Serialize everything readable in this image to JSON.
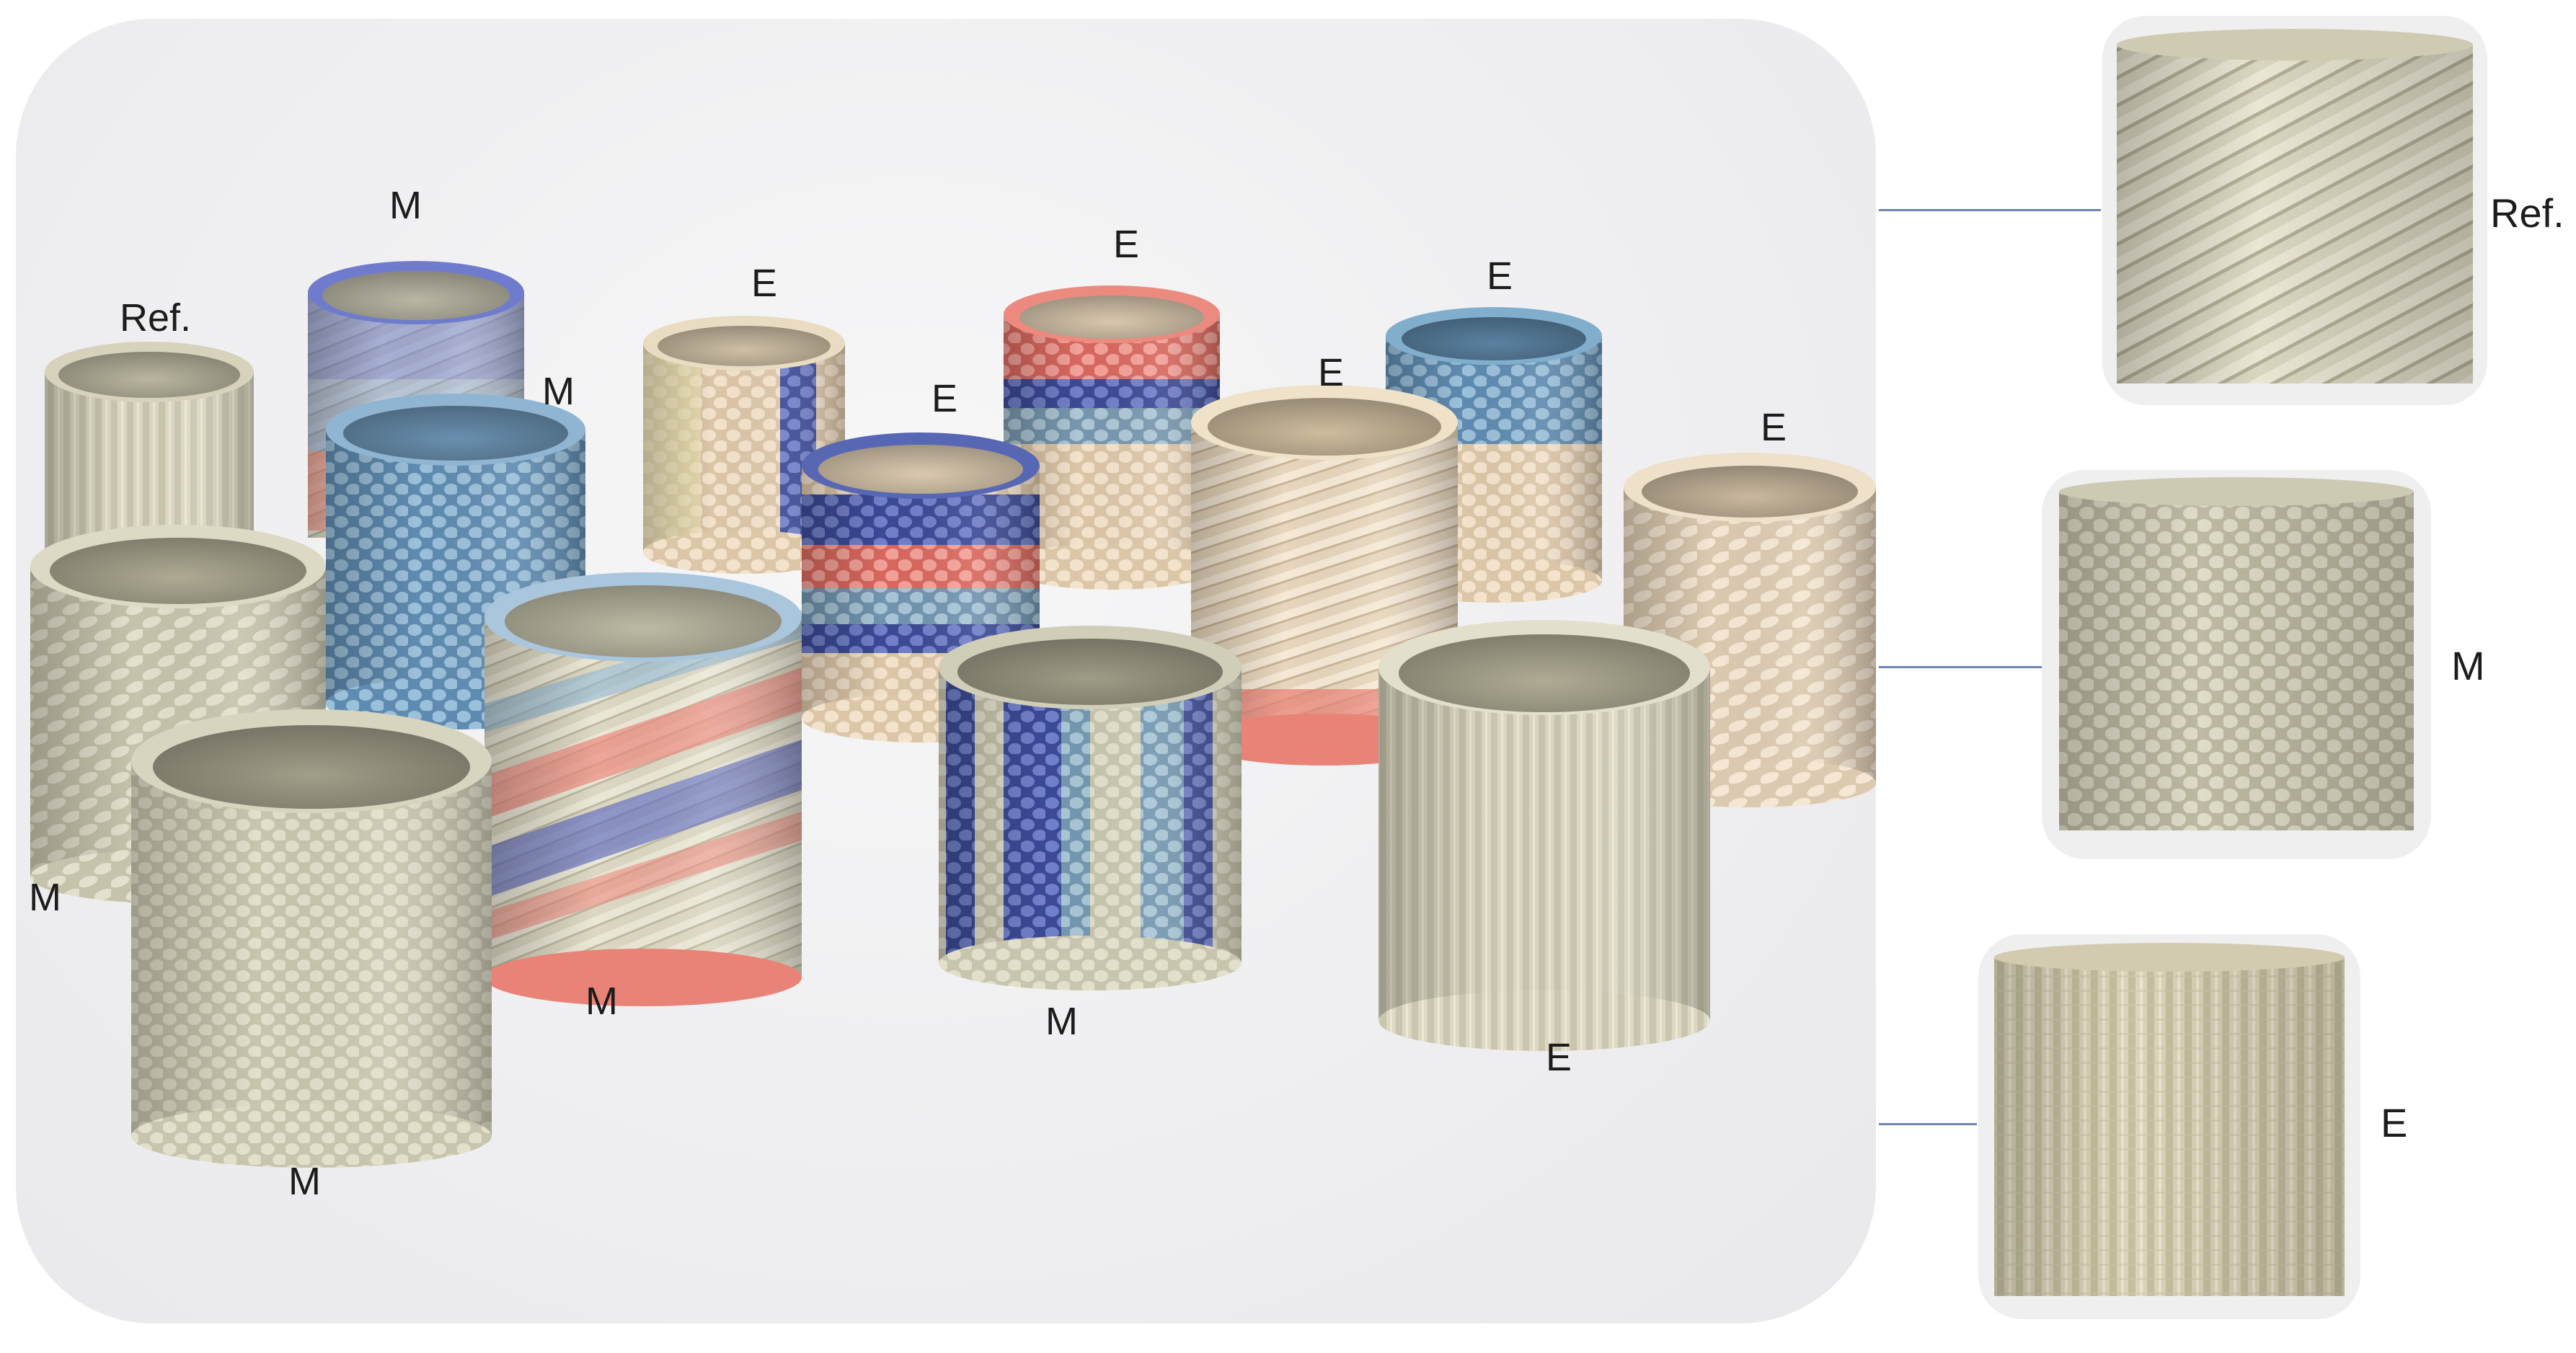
{
  "figure": {
    "main_photo": {
      "labels": [
        {
          "id": "m1",
          "text": "M"
        },
        {
          "id": "ref",
          "text": "Ref."
        },
        {
          "id": "m2",
          "text": "M"
        },
        {
          "id": "e1",
          "text": "E"
        },
        {
          "id": "e2",
          "text": "E"
        },
        {
          "id": "e3",
          "text": "E"
        },
        {
          "id": "e4",
          "text": "E"
        },
        {
          "id": "e5",
          "text": "E"
        },
        {
          "id": "e6",
          "text": "E"
        },
        {
          "id": "m3",
          "text": "M"
        },
        {
          "id": "m4",
          "text": "M"
        },
        {
          "id": "m5",
          "text": "M"
        },
        {
          "id": "e7",
          "text": "E"
        },
        {
          "id": "m6",
          "text": "M"
        }
      ]
    },
    "side_panels": [
      {
        "id": "ref",
        "label": "Ref.",
        "pattern": "diagonal-ridges"
      },
      {
        "id": "m",
        "label": "M",
        "pattern": "bead-grid"
      },
      {
        "id": "e",
        "label": "E",
        "pattern": "vertical-ribs"
      }
    ],
    "colors": {
      "connector": "#6b86b3",
      "cream": "#ddd9c4",
      "beige": "#f0dcc2",
      "sand": "#d8d5c0",
      "blue": "#7ea7c6",
      "navy": "#4b5aa8",
      "coral": "#e8837a",
      "yellow": "#efe7b4"
    }
  }
}
